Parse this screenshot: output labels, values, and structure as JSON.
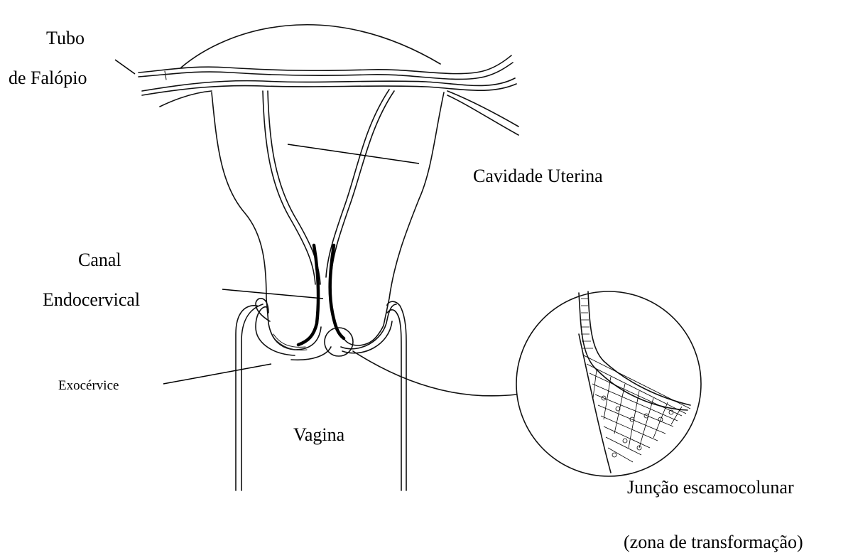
{
  "labels": {
    "fallopian_line1": "Tubo",
    "fallopian_line2": "de Falópio",
    "uterine_cavity": "Cavidade Uterina",
    "canal_line1": "Canal",
    "canal_line2": "Endocervical",
    "exocervix": "Exocérvice",
    "vagina": "Vagina",
    "junction_line1": "Junção escamocolunar",
    "junction_line2": "(zona de transformação)"
  }
}
